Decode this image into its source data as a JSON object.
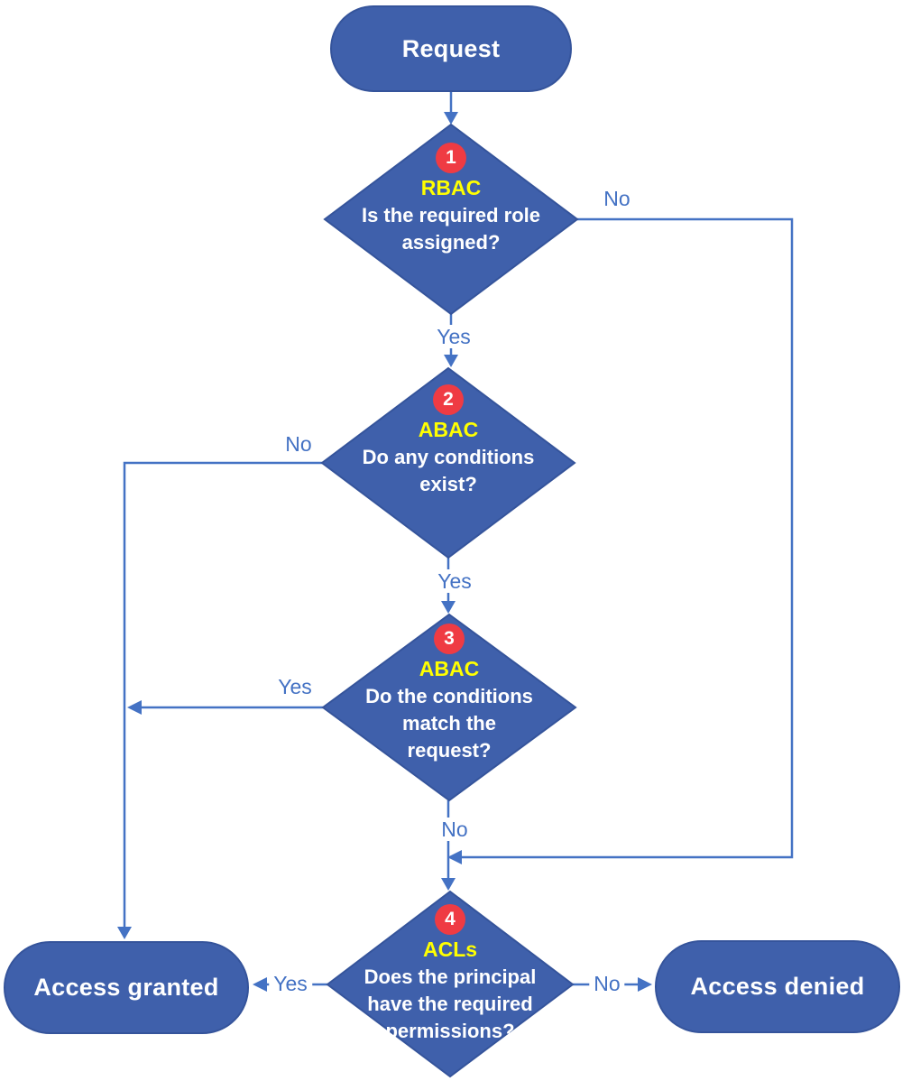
{
  "colors": {
    "node_fill": "#3F60AB",
    "node_border": "#35549B",
    "connector": "#4472C4",
    "edge_label_text": "#4472C4",
    "step_badge_bg": "#EF3B43",
    "step_badge_text": "#FFFFFF",
    "category_text": "#FFFF00",
    "node_text": "#FFFFFF",
    "background": "#FFFFFF"
  },
  "nodes": {
    "request": {
      "label": "Request"
    },
    "step1": {
      "number": "1",
      "category": "RBAC",
      "question": "Is the required role\nassigned?"
    },
    "step2": {
      "number": "2",
      "category": "ABAC",
      "question": "Do any conditions\nexist?"
    },
    "step3": {
      "number": "3",
      "category": "ABAC",
      "question": "Do the conditions\nmatch the\nrequest?"
    },
    "step4": {
      "number": "4",
      "category": "ACLs",
      "question": "Does the principal\nhave the required\npermissions?"
    },
    "access_granted": {
      "label": "Access granted"
    },
    "access_denied": {
      "label": "Access denied"
    }
  },
  "edges": {
    "step1_yes": "Yes",
    "step1_no": "No",
    "step2_yes": "Yes",
    "step2_no": "No",
    "step3_yes": "Yes",
    "step3_no": "No",
    "step4_yes": "Yes",
    "step4_no": "No"
  }
}
